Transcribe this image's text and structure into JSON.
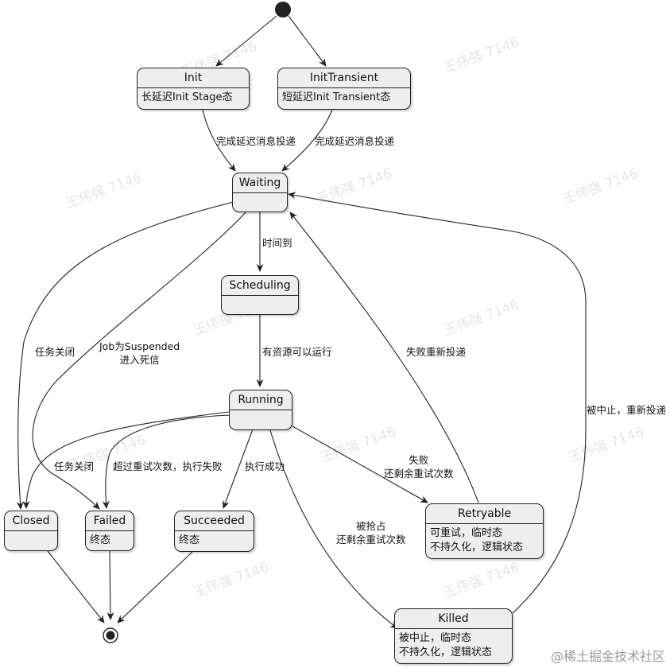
{
  "states": {
    "init": {
      "title": "Init",
      "lines": [
        "长延迟Init Stage态"
      ]
    },
    "init_transient": {
      "title": "InitTransient",
      "lines": [
        "短延迟Init Transient态"
      ]
    },
    "waiting": {
      "title": "Waiting"
    },
    "scheduling": {
      "title": "Scheduling"
    },
    "running": {
      "title": "Running"
    },
    "closed": {
      "title": "Closed"
    },
    "failed": {
      "title": "Failed",
      "lines": [
        "终态"
      ]
    },
    "succeeded": {
      "title": "Succeeded",
      "lines": [
        "终态"
      ]
    },
    "retryable": {
      "title": "Retryable",
      "lines": [
        "可重试，临时态",
        "不持久化，逻辑状态"
      ]
    },
    "killed": {
      "title": "Killed",
      "lines": [
        "被中止，临时态",
        "不持久化，逻辑状态"
      ]
    }
  },
  "transitions": {
    "init_to_waiting": "完成延迟消息投递",
    "transient_to_waiting": "完成延迟消息投递",
    "waiting_to_scheduling": "时间到",
    "waiting_to_closed": "任务关闭",
    "waiting_to_failed": [
      "Job为Suspended",
      "进入死信"
    ],
    "scheduling_to_running": "有资源可以运行",
    "retryable_to_waiting": "失败重新投递",
    "killed_to_waiting": "被中止，重新投递",
    "running_to_closed": "任务关闭",
    "running_to_failed": "超过重试次数，执行失败",
    "running_to_succeeded": "执行成功",
    "running_to_retryable": [
      "失败",
      "还剩余重试次数"
    ],
    "running_to_killed": [
      "被抢占",
      "还剩余重试次数"
    ]
  },
  "watermark": "王伟强 7146",
  "brand": "@稀土掘金技术社区"
}
